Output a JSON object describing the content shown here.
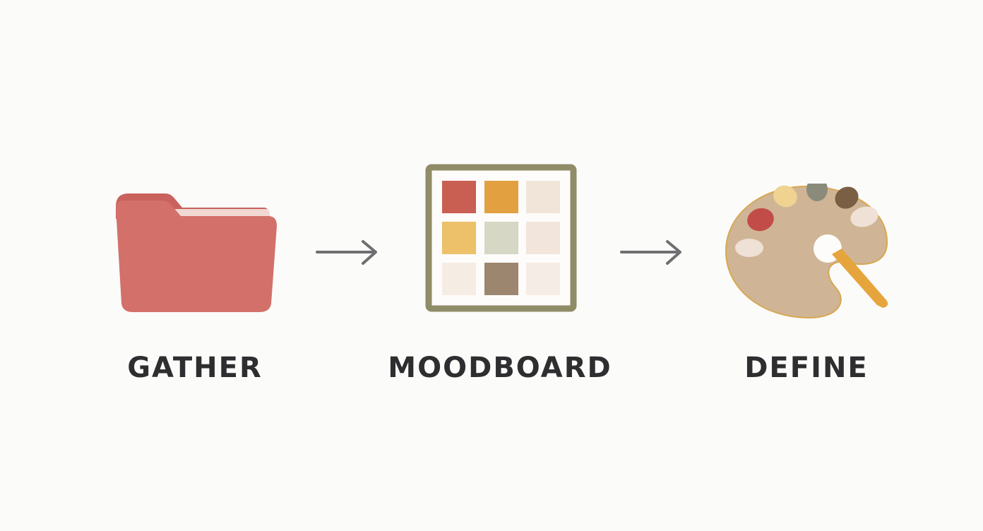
{
  "steps": [
    {
      "label": "GATHER",
      "icon": "folder-icon",
      "color": "#d3706a"
    },
    {
      "label": "MOODBOARD",
      "icon": "moodboard-grid-icon",
      "color": "#8f8c68"
    },
    {
      "label": "DEFINE",
      "icon": "paint-palette-icon",
      "color": "#cfb596"
    }
  ],
  "arrows": [
    {
      "icon": "arrow-right-icon",
      "color": "#6f6f71"
    },
    {
      "icon": "arrow-right-icon",
      "color": "#6f6f71"
    }
  ],
  "moodboard_swatches": [
    "#c85f52",
    "#e2a040",
    "#f1e5da",
    "#edc06a",
    "#d6d7c4",
    "#f1e5dc",
    "#f5ece4",
    "#9c8670",
    "#f5ece5"
  ],
  "palette_paints": [
    "#c24d48",
    "#f0d291",
    "#8b8b7c",
    "#7a5f44",
    "#efe1d6",
    "#efe1d6"
  ]
}
